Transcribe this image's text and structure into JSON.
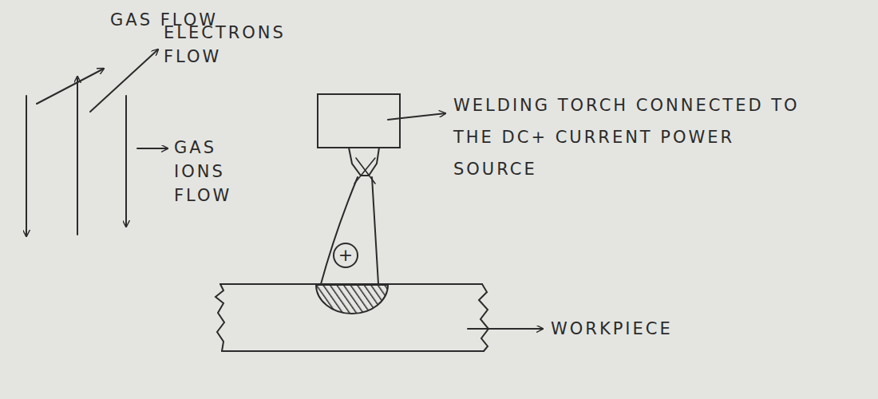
{
  "diagram": {
    "nodes": [
      {
        "text": [
          "+"
        ]
      }
    ],
    "labels": [
      "GAS FLOW",
      "ELECTRONS FLOW",
      "GAS IONS FLOW",
      "WELDING TORCH CONNECTED TO THE DC+ CURRENT POWER SOURCE",
      "WORKPIECE"
    ]
  }
}
